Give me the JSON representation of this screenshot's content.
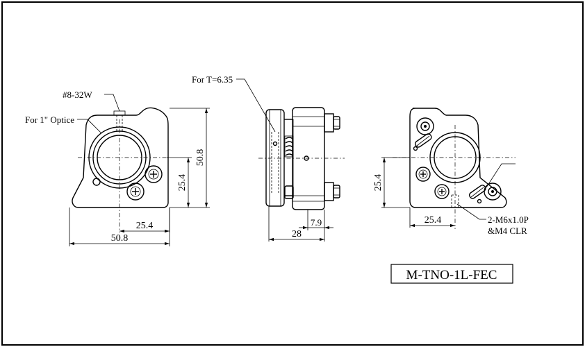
{
  "labels": {
    "screw_thread": "#8-32W",
    "optic_size": "For 1\" Optice",
    "thickness": "For T=6.35",
    "holes": "2-M6x1.0P",
    "clearance": "&M4 CLR",
    "model": "M-TNO-1L-FEC"
  },
  "dimensions": {
    "front_height": "50.8",
    "front_center_height": "25.4",
    "front_center_width": "25.4",
    "front_width": "50.8",
    "side_offset": "7.9",
    "side_depth": "28",
    "rear_center_height": "25.4",
    "rear_center_width": "25.4"
  }
}
